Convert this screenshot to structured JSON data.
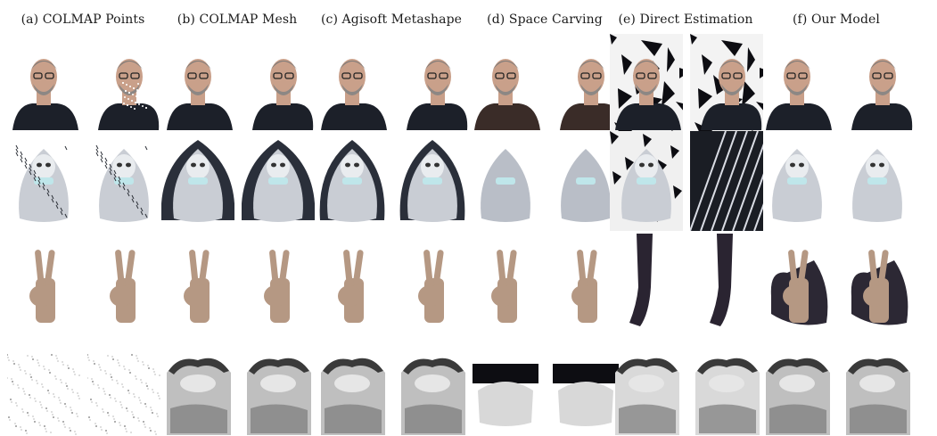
{
  "figure": {
    "columns": [
      {
        "label": "(a) COLMAP Points",
        "method": "colmap-points",
        "style": "points"
      },
      {
        "label": "(b) COLMAP Mesh",
        "method": "colmap-mesh",
        "style": "mesh"
      },
      {
        "label": "(c) Agisoft Metashape",
        "method": "agisoft",
        "style": "agisoft"
      },
      {
        "label": "(d) Space Carving",
        "method": "space-carving",
        "style": "carving"
      },
      {
        "label": "(e) Direct Estimation",
        "method": "direct-estimation",
        "style": "direct"
      },
      {
        "label": "(f) Our Model",
        "method": "our-model",
        "style": "ours"
      }
    ],
    "rows": [
      {
        "subject": "person"
      },
      {
        "subject": "sloth-plush"
      },
      {
        "subject": "hand-peace-sign"
      },
      {
        "subject": "fire-smoke"
      }
    ],
    "colors": {
      "skin": "#c9a08a",
      "shirt": "#1c2029",
      "plush": "#c9cdd4",
      "plush_shadow": "#2a2f3a",
      "hand_skin": "#b59883",
      "smoke_light": "#e6e6e6",
      "smoke_dark": "#3a3a3a",
      "artifact_black": "#0d0d12"
    }
  }
}
